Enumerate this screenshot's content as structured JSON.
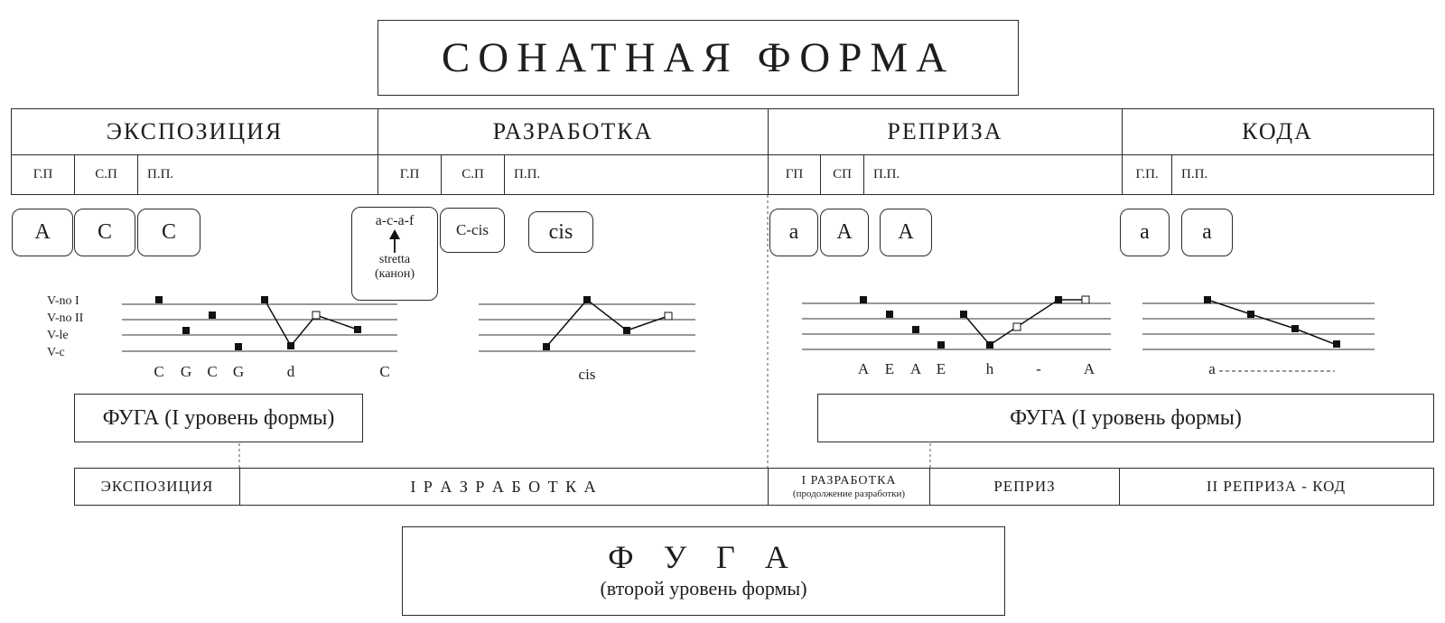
{
  "title": "СОНАТНАЯ ФОРМА",
  "sections": [
    {
      "label": "ЭКСПОЗИЦИЯ"
    },
    {
      "label": "РАЗРАБОТКА"
    },
    {
      "label": "РЕПРИЗА"
    },
    {
      "label": "КОДА"
    }
  ],
  "subsections": [
    "Г.П",
    "С.П",
    "П.П.",
    "Г.П",
    "С.П",
    "П.П.",
    "ГП",
    "СП",
    "П.П.",
    "Г.П.",
    "П.П."
  ],
  "keys": [
    "A",
    "C",
    "C",
    "a-c-a-f",
    "C-cis",
    "cis",
    "a",
    "A",
    "A",
    "a",
    "a"
  ],
  "stretta_note": {
    "line1": "stretta",
    "line2": "(канон)"
  },
  "voices": [
    "V-no I",
    "V-no II",
    "V-le",
    "V-c"
  ],
  "entry_labels": {
    "exposition": [
      "C",
      "G",
      "C",
      "G",
      "d",
      "C"
    ],
    "development": [
      "cis"
    ],
    "recap": [
      "A",
      "E",
      "A",
      "E",
      "h",
      "-",
      "A"
    ],
    "coda": [
      "a"
    ]
  },
  "fugue_level_1": "ФУГА (I уровень формы)",
  "fugue_sections": [
    {
      "label": "ЭКСПОЗИЦИЯ"
    },
    {
      "label": "I  Р А З Р А Б О Т К А"
    },
    {
      "label": "I РАЗРАБОТКА",
      "sub": "(продолжение разработки)"
    },
    {
      "label": "РЕПРИЗ"
    },
    {
      "label": "II РЕПРИЗА  -  КОД"
    }
  ],
  "fugue_level_2": {
    "title": "Ф У Г А",
    "subtitle": "(второй уровень формы)"
  }
}
